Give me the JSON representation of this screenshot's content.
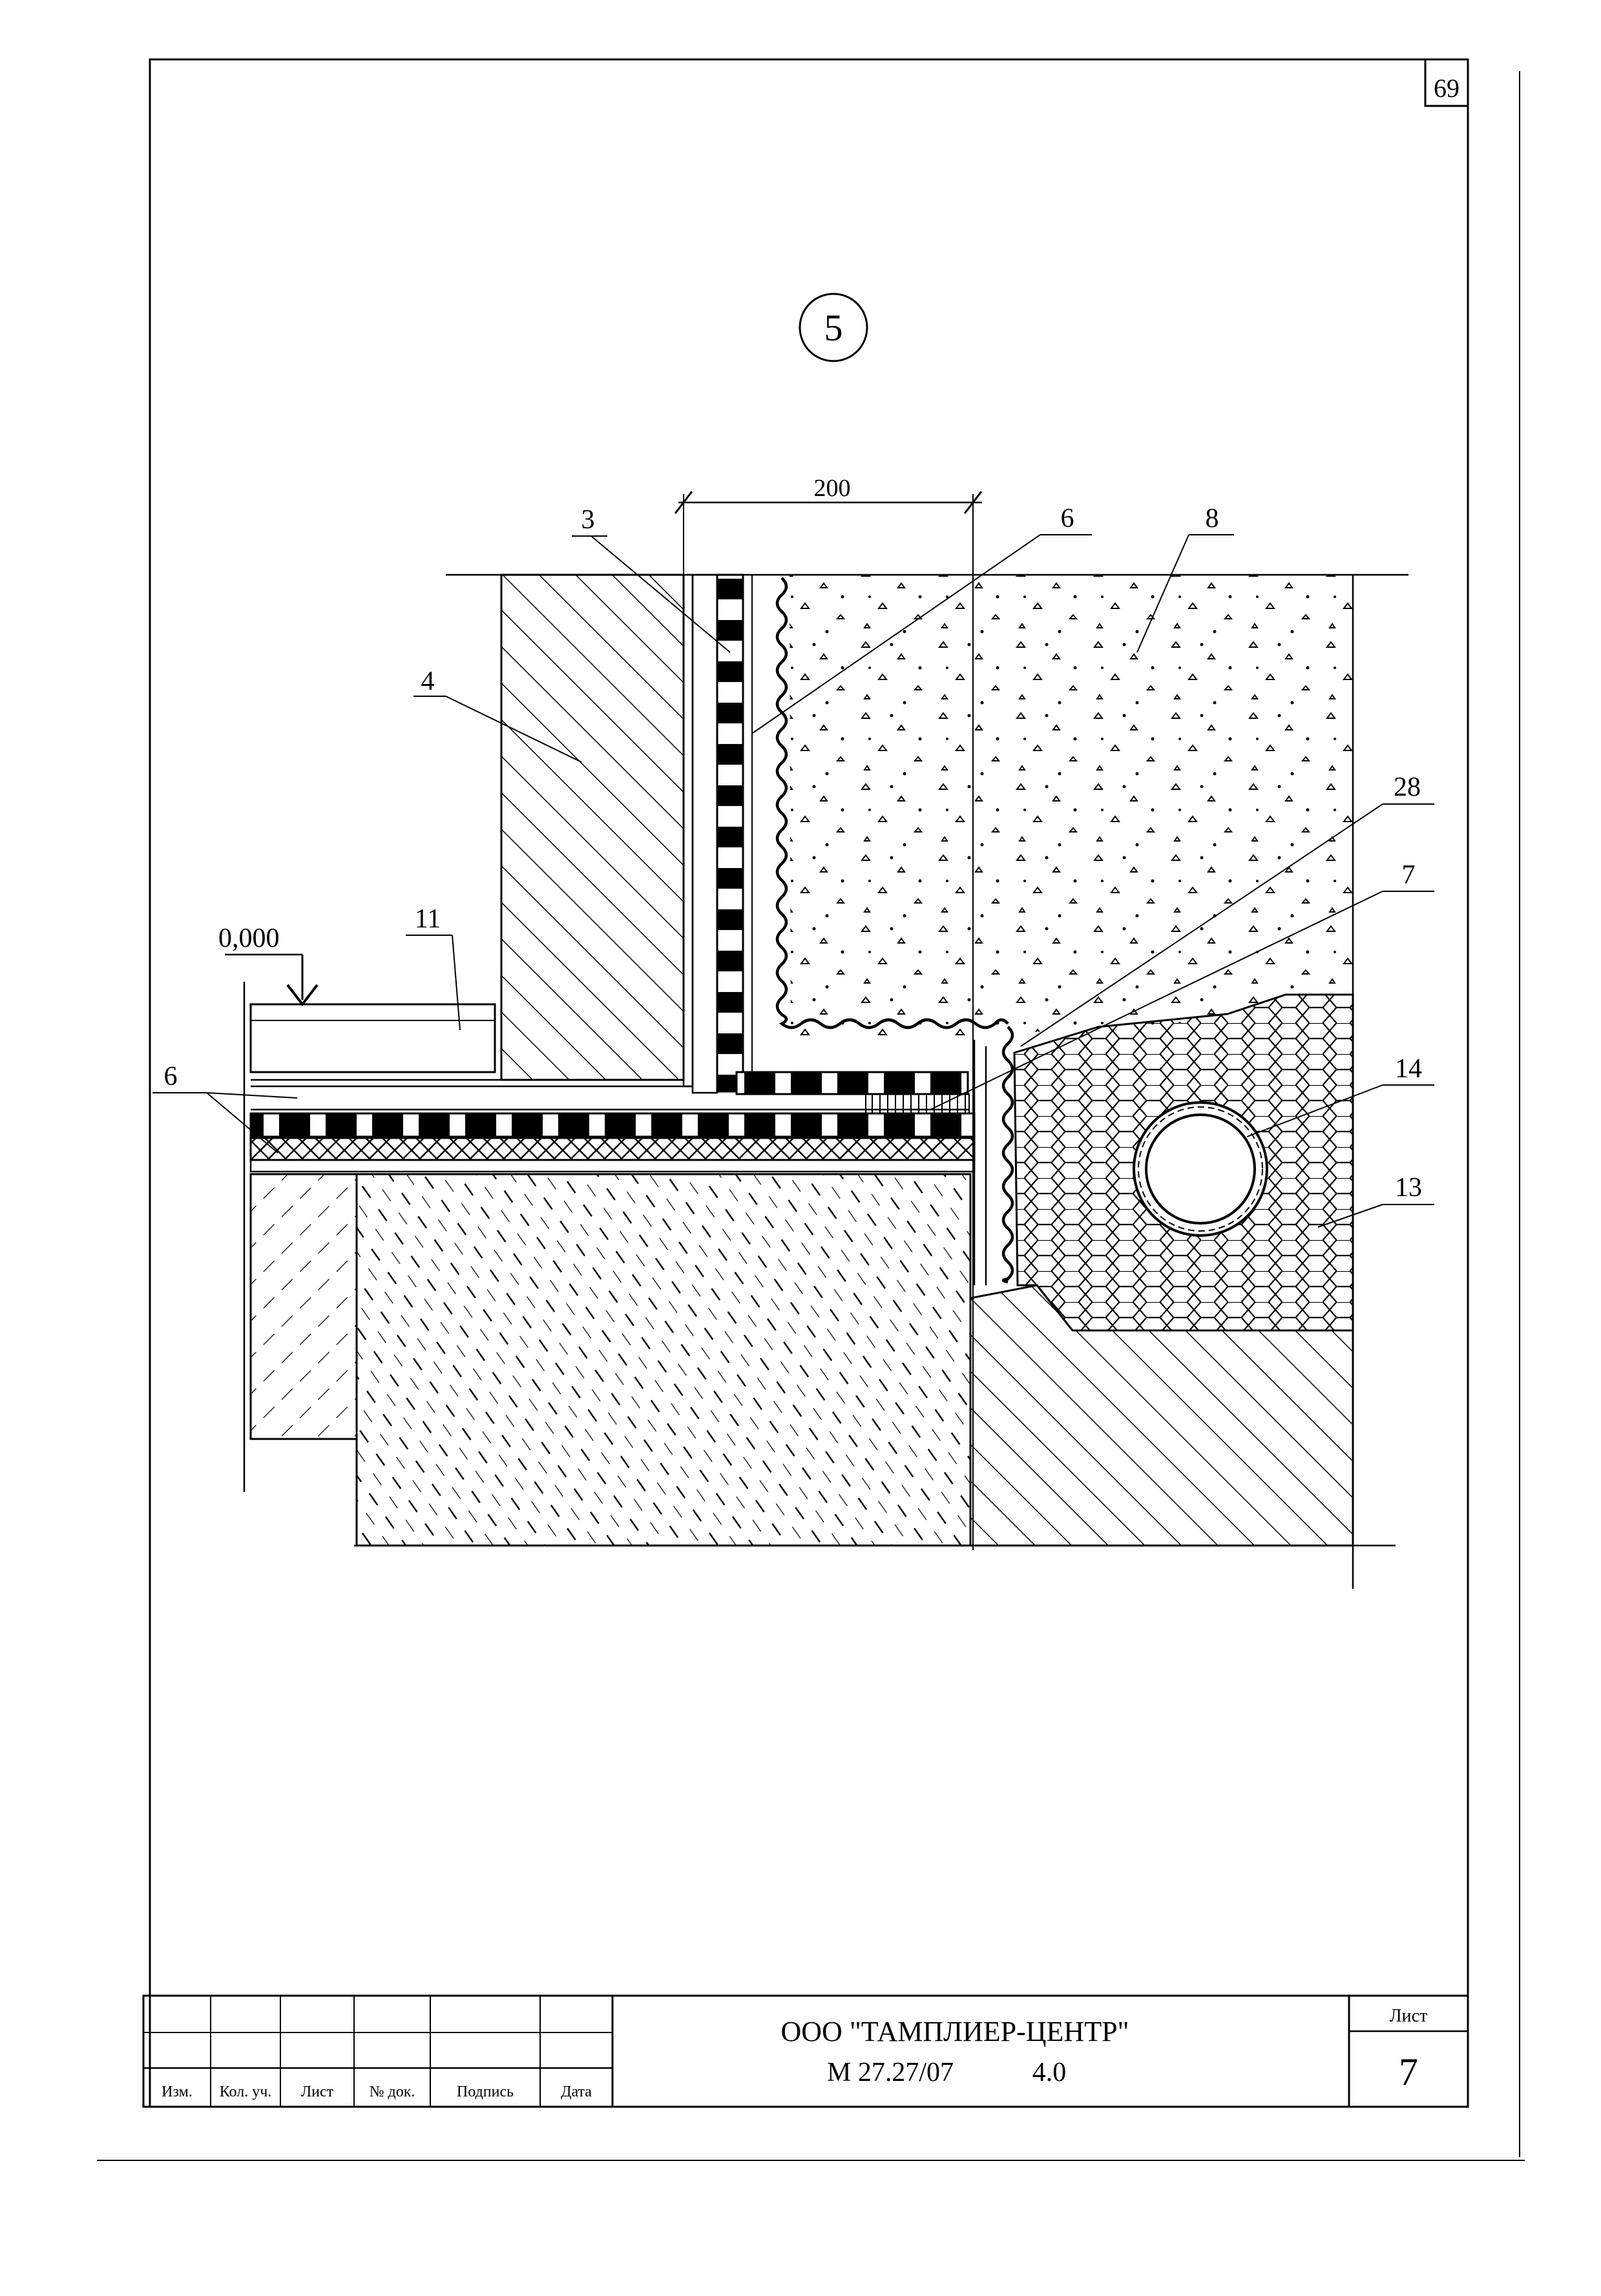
{
  "page_number": "69",
  "detail_marker": "5",
  "dimension_label": "200",
  "elevation_label": "0,000",
  "callouts": {
    "c3": "3",
    "c4": "4",
    "c6_top": "6",
    "c8": "8",
    "c28": "28",
    "c7": "7",
    "c11": "11",
    "c6_left": "6",
    "c14": "14",
    "c13": "13"
  },
  "title_block": {
    "headers": [
      "Изм.",
      "Кол. уч.",
      "Лист",
      "№ док.",
      "Подпись",
      "Дата"
    ],
    "company": "ООО \"ТАМПЛИЕР-ЦЕНТР\"",
    "doc_code": "М 27.27/07",
    "doc_version": "4.0",
    "sheet_label": "Лист",
    "sheet_number": "7"
  }
}
